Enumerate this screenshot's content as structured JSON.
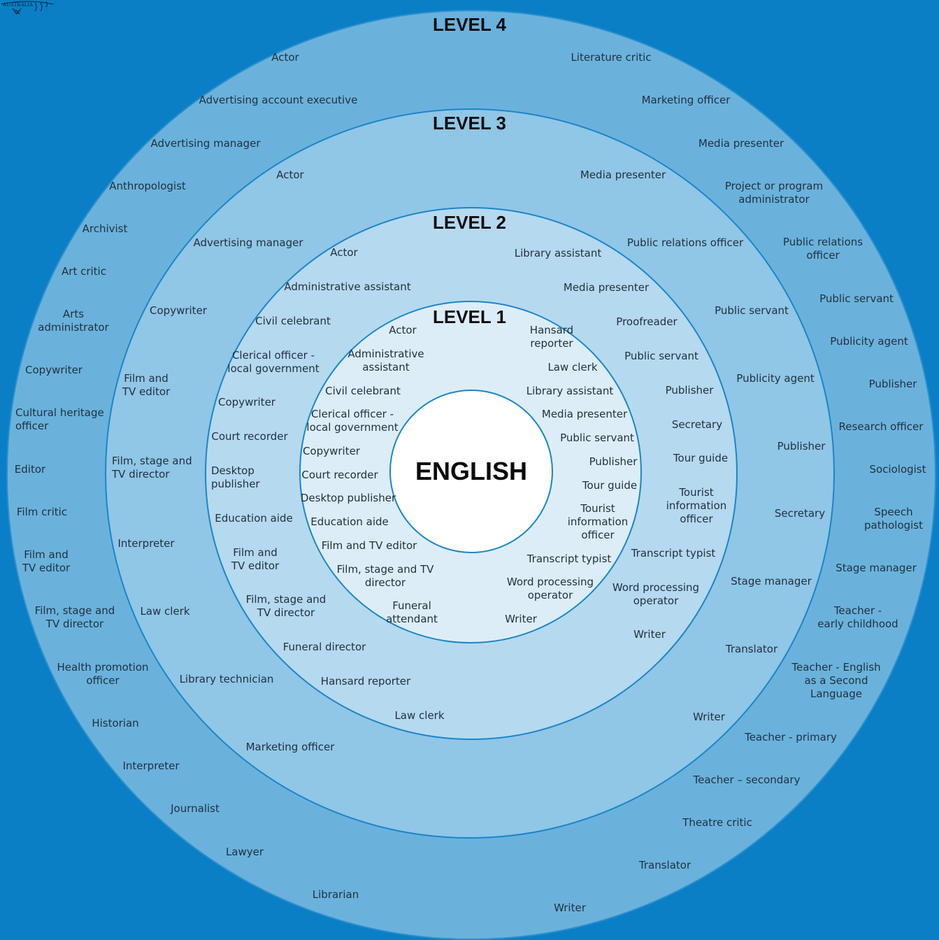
{
  "center_label": "ENGLISH",
  "logo_text": "AUSTRALIA",
  "levels": {
    "l1": "LEVEL 1",
    "l2": "LEVEL 2",
    "l3": "LEVEL 3",
    "l4": "LEVEL 4"
  },
  "careers": {
    "level1": [
      "Actor",
      "Hansard\nreporter",
      "Administrative\nassistant",
      "Law clerk",
      "Civil celebrant",
      "Library assistant",
      "Clerical officer -\nlocal government",
      "Media presenter",
      "Public servant",
      "Copywriter",
      "Publisher",
      "Court recorder",
      "Tour guide",
      "Desktop publisher",
      "Tourist\ninformation\nofficer",
      "Education aide",
      "Film and TV editor",
      "Transcript typist",
      "Film, stage and TV\ndirector",
      "Word processing\noperator",
      "Funeral\nattendant",
      "Writer"
    ],
    "level2": [
      "Actor",
      "Library assistant",
      "Administrative assistant",
      "Media presenter",
      "Civil celebrant",
      "Proofreader",
      "Clerical officer -\nlocal government",
      "Public servant",
      "Publisher",
      "Copywriter",
      "Secretary",
      "Court recorder",
      "Tour guide",
      "Desktop\npublisher",
      "Tourist\ninformation\nofficer",
      "Education aide",
      "Transcript typist",
      "Film and\nTV editor",
      "Word processing\noperator",
      "Film, stage and\nTV director",
      "Writer",
      "Funeral director",
      "Hansard reporter",
      "Law clerk"
    ],
    "level3": [
      "Actor",
      "Media presenter",
      "Advertising manager",
      "Public relations officer",
      "Copywriter",
      "Public servant",
      "Film and\nTV editor",
      "Publicity agent",
      "Film, stage and\nTV director",
      "Publisher",
      "Interpreter",
      "Secretary",
      "Law clerk",
      "Stage manager",
      "Library technician",
      "Translator",
      "Marketing officer",
      "Writer"
    ],
    "level4": [
      "Actor",
      "Literature critic",
      "Advertising account executive",
      "Marketing officer",
      "Advertising manager",
      "Media presenter",
      "Anthropologist",
      "Project or program\nadministrator",
      "Archivist",
      "Public relations\nofficer",
      "Art critic",
      "Public servant",
      "Arts\nadministrator",
      "Publicity agent",
      "Copywriter",
      "Publisher",
      "Cultural heritage\nofficer",
      "Research officer",
      "Editor",
      "Sociologist",
      "Film critic",
      "Speech\npathologist",
      "Film and\nTV editor",
      "Stage manager",
      "Film, stage and\nTV director",
      "Teacher -\nearly childhood",
      "Health promotion\nofficer",
      "Teacher - English\nas a Second\nLanguage",
      "Historian",
      "Teacher - primary",
      "Interpreter",
      "Teacher – secondary",
      "Journalist",
      "Theatre critic",
      "Lawyer",
      "Translator",
      "Librarian",
      "Writer"
    ]
  }
}
